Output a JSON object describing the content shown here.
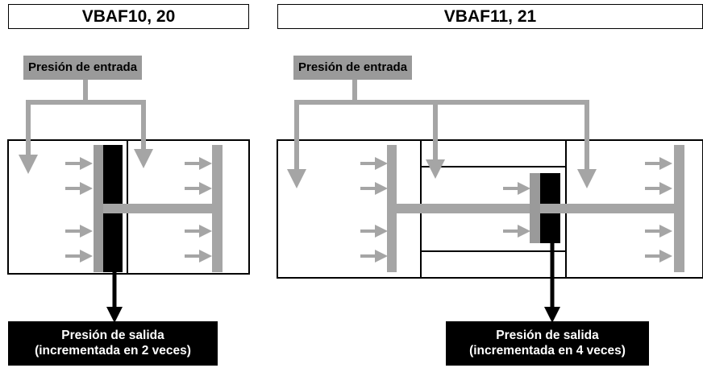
{
  "left_panel": {
    "title": "VBAF10, 20",
    "input_label": "Presión de entrada",
    "output_label_line1": "Presión de salida",
    "output_label_line2": "(incrementada en 2 veces)"
  },
  "right_panel": {
    "title": "VBAF11, 21",
    "input_label": "Presión de entrada",
    "output_label_line1": "Presión de salida",
    "output_label_line2": "(incrementada en 4 veces)"
  },
  "colors": {
    "pressure_gray": "#a5a5a5",
    "piston_gray": "#9a9a9a",
    "label_gray": "#9a9a9a",
    "output_black": "#000000"
  }
}
